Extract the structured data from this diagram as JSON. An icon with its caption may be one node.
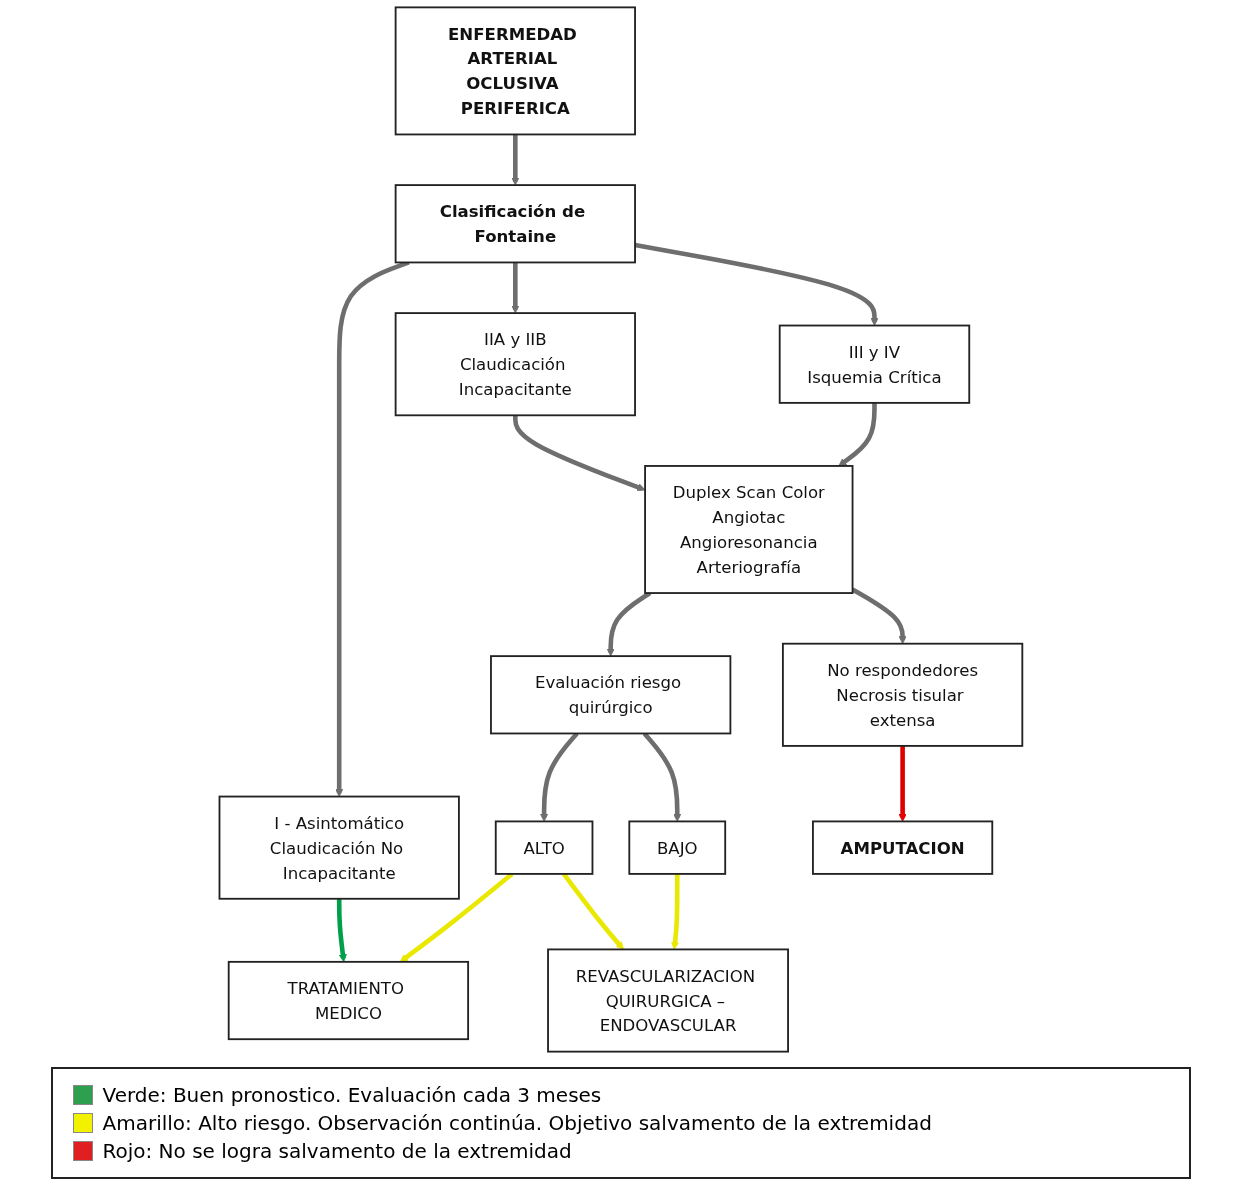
{
  "diagram": {
    "nodes": [
      {
        "text": [
          "ENFERMEDAD ARTERIAL OCLUSIVA PERIFERICA"
        ]
      },
      {
        "text": [
          "Clasificación de Fontaine"
        ]
      },
      {
        "text": [
          "I - Asintomático",
          "Claudicación No Incapacitante"
        ]
      },
      {
        "text": [
          "IIA y IIB",
          "Claudicación Incapacitante"
        ]
      },
      {
        "text": [
          "III y IV",
          "Isquemia Crítica"
        ]
      },
      {
        "text": [
          "Duplex Scan Color",
          "Angiotac",
          "Angioresonancia",
          "Arteriografía"
        ]
      },
      {
        "text": [
          "Evaluación riesgo quirúrgico"
        ]
      },
      {
        "text": [
          "ALTO"
        ]
      },
      {
        "text": [
          "BAJO"
        ]
      },
      {
        "text": [
          "No respondedores",
          "Necrosis tisular extensa"
        ]
      },
      {
        "text": [
          "TRATAMIENTO MEDICO"
        ]
      },
      {
        "text": [
          "REVASCULARIZACION QUIRURGICA – ENDOVASCULAR"
        ]
      },
      {
        "text": [
          "AMPUTACION"
        ]
      }
    ],
    "edges": [
      {
        "from": 0,
        "to": 1,
        "arrow": "to"
      },
      {
        "from": 1,
        "to": 2,
        "arrow": "to"
      },
      {
        "from": 1,
        "to": 3,
        "arrow": "to"
      },
      {
        "from": 1,
        "to": 4,
        "arrow": "to"
      },
      {
        "from": 3,
        "to": 5,
        "arrow": "to"
      },
      {
        "from": 4,
        "to": 5,
        "arrow": "to"
      },
      {
        "from": 5,
        "to": 6,
        "arrow": "to"
      },
      {
        "from": 6,
        "to": 7,
        "arrow": "to"
      },
      {
        "from": 6,
        "to": 8,
        "arrow": "to"
      },
      {
        "from": 5,
        "to": 9,
        "arrow": "to"
      },
      {
        "from": 2,
        "to": 10,
        "arrow": "to",
        "color": "#00a04a"
      },
      {
        "from": 7,
        "to": 10,
        "arrow": "to",
        "color": "#e8e800"
      },
      {
        "from": 7,
        "to": 11,
        "arrow": "to",
        "color": "#e8e800"
      },
      {
        "from": 8,
        "to": 11,
        "arrow": "to",
        "color": "#e8e800"
      },
      {
        "from": 9,
        "to": 12,
        "arrow": "to",
        "color": "#e00000"
      }
    ],
    "legend": [
      {
        "text": "Verde: Buen pronostico. Evaluación cada 3 meses",
        "color": "#2e9e4f"
      },
      {
        "text": "Amarillo: Alto riesgo. Observación continúa. Objetivo salvamento de la extremidad",
        "color": "#f2f200"
      },
      {
        "text": "Rojo: No se logra salvamento de la extremidad",
        "color": "#e02020"
      }
    ]
  }
}
